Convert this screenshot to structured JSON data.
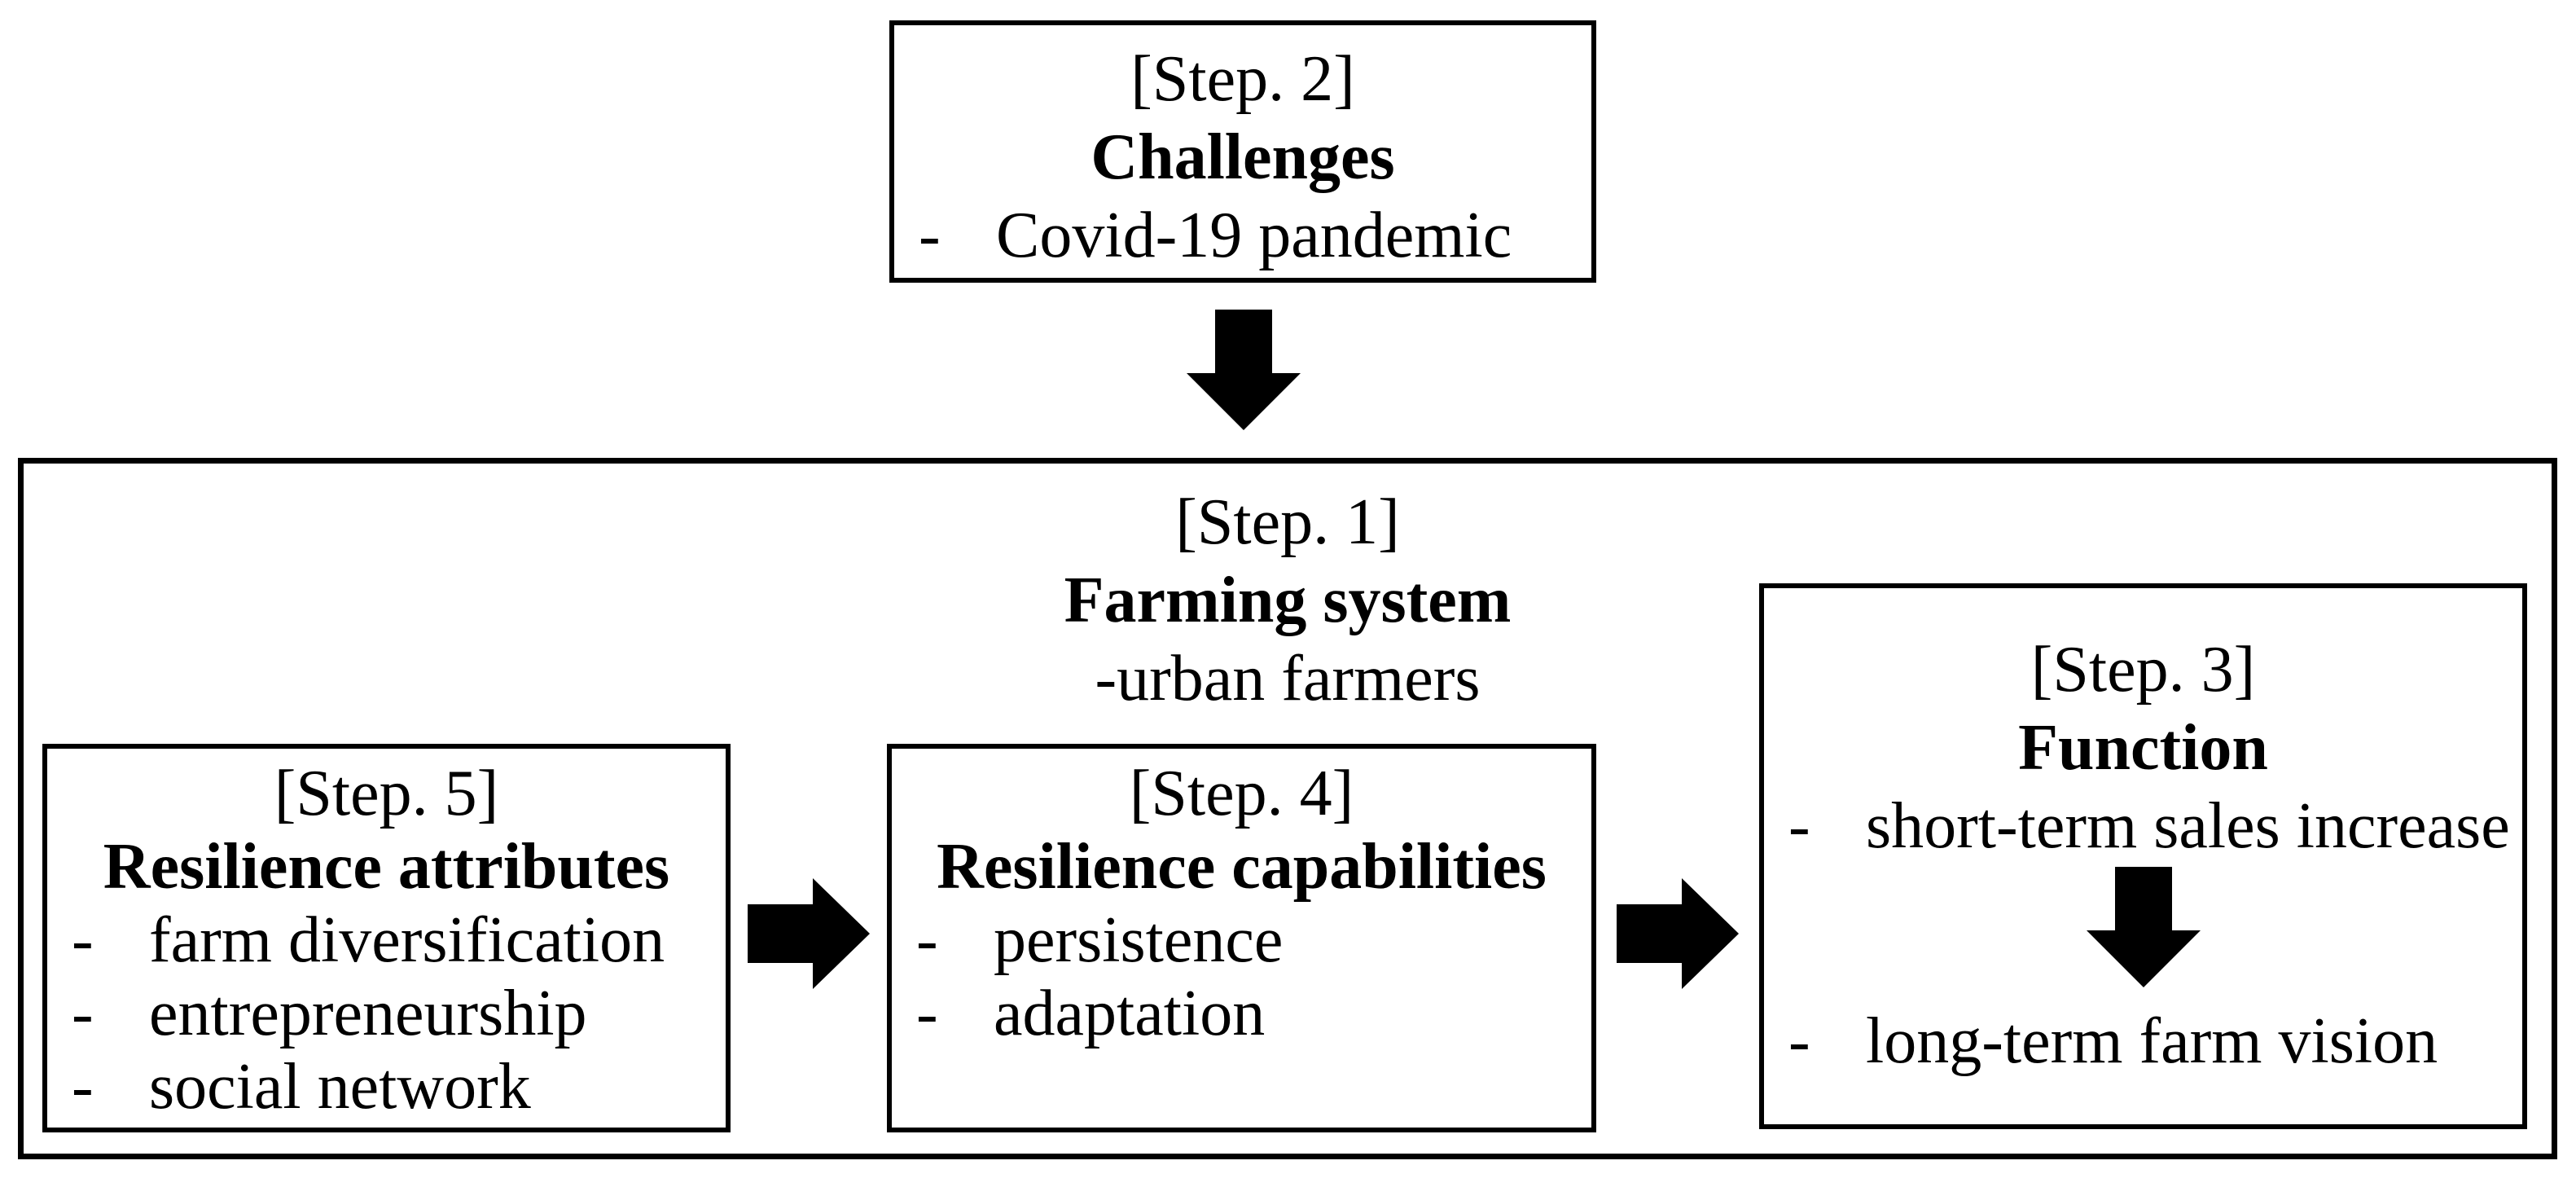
{
  "diagram": {
    "colors": {
      "background": "#ffffff",
      "line": "#000000",
      "text": "#000000",
      "arrow_fill": "#000000"
    },
    "list_marker": "-",
    "boxes": {
      "challenges": {
        "step_label": "[Step. 2]",
        "title": "Challenges",
        "items": [
          "Covid-19 pandemic"
        ]
      },
      "farming_system": {
        "step_label": "[Step. 1]",
        "title": "Farming system",
        "subtitle": "-urban farmers"
      },
      "function": {
        "step_label": "[Step. 3]",
        "title": "Function",
        "items": [
          "short-term sales increase",
          "long-term farm vision"
        ]
      },
      "resilience_attributes": {
        "step_label": "[Step. 5]",
        "title": "Resilience attributes",
        "items": [
          "farm diversification",
          "entrepreneurship",
          "social network"
        ]
      },
      "resilience_capabilities": {
        "step_label": "[Step. 4]",
        "title": "Resilience capabilities",
        "items": [
          "persistence",
          "adaptation"
        ]
      }
    },
    "icons": {
      "challenges_to_farming_system": "down-arrow",
      "attributes_to_capabilities": "right-arrow",
      "capabilities_to_function": "right-arrow",
      "short_term_to_long_term": "down-arrow"
    }
  }
}
